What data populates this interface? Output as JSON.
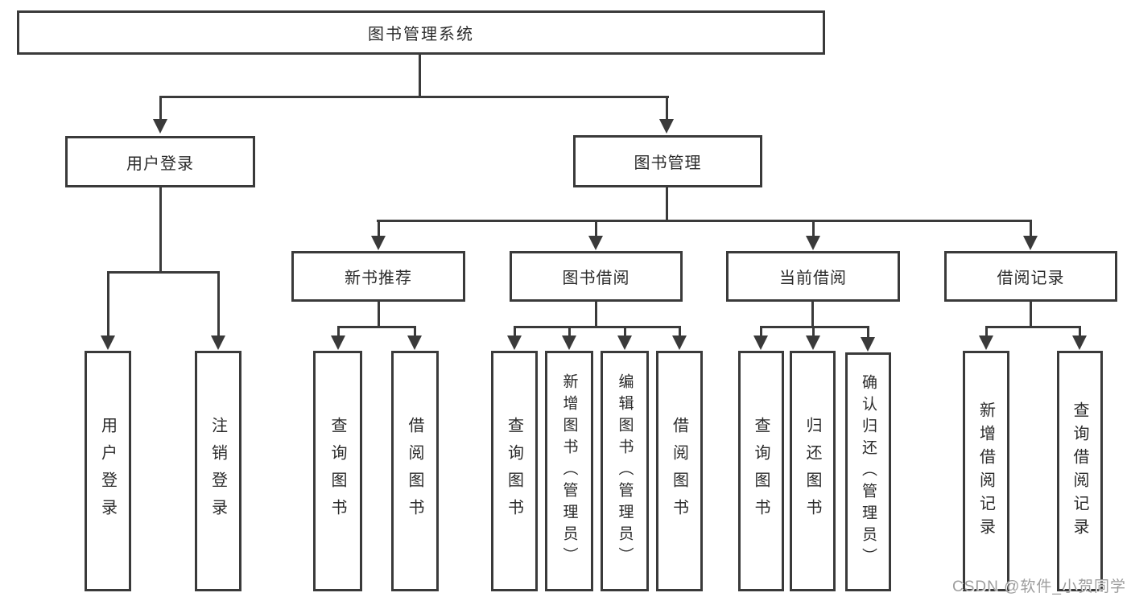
{
  "diagram": {
    "root": "图书管理系统",
    "children": [
      {
        "label": "用户登录",
        "children": [
          "用户登录",
          "注销登录"
        ]
      },
      {
        "label": "图书管理",
        "children": [
          {
            "label": "新书推荐",
            "children": [
              "查询图书",
              "借阅图书"
            ]
          },
          {
            "label": "图书借阅",
            "children": [
              "查询图书",
              "新增图书（管理员）",
              "编辑图书（管理员）",
              "借阅图书"
            ]
          },
          {
            "label": "当前借阅",
            "children": [
              "查询图书",
              "归还图书",
              "确认归还（管理员）"
            ]
          },
          {
            "label": "借阅记录",
            "children": [
              "新增借阅记录",
              "查询借阅记录"
            ]
          }
        ]
      }
    ],
    "watermark": "CSDN @软件_小贺同学",
    "colors": {
      "line": "#3a3a3a",
      "text": "#2b2b2b",
      "background": "#ffffff",
      "watermark": "#9e9e9e"
    }
  }
}
